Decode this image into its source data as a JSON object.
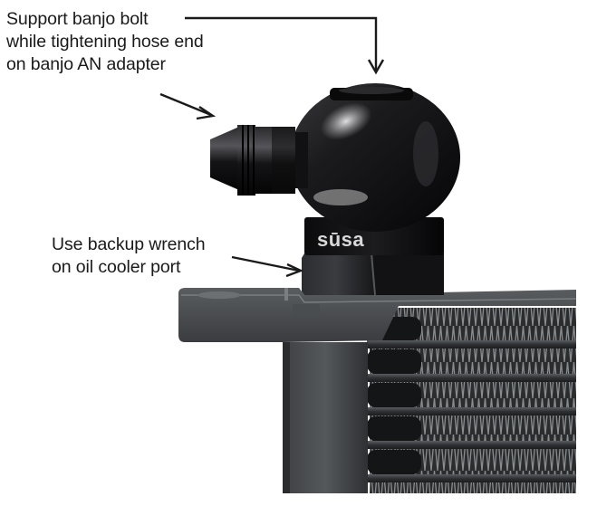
{
  "annotations": {
    "banjo_bolt_note": "Support banjo bolt\nwhile tightening hose end\non banjo AN adapter",
    "backup_wrench_note": "Use backup wrench\non oil cooler port"
  },
  "logo": {
    "text": "sūsa"
  },
  "colors": {
    "background": "#ffffff",
    "text": "#1a1a1a",
    "anodized_black": "#0e0e10",
    "cooler_grey": "#4a4d50"
  },
  "icons": [
    "arrow-down-icon",
    "arrow-diagonal-icon",
    "arrow-left-icon"
  ]
}
